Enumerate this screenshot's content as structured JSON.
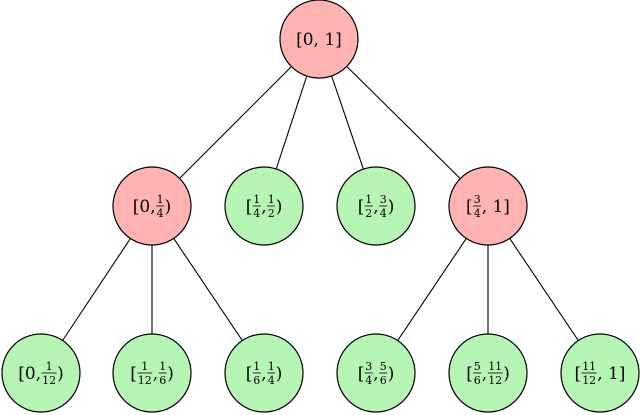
{
  "colors": {
    "expanded_fill": "#FFB3B3",
    "leaf_fill": "#B7F5B5",
    "stroke": "#000000",
    "background": "#FFFFFF"
  },
  "nodes": [
    {
      "id": "n0",
      "kind": "expanded",
      "label": [
        {
          "t": "s",
          "v": "[0, 1]"
        }
      ]
    },
    {
      "id": "n1",
      "kind": "expanded",
      "parent": "n0",
      "label": [
        {
          "t": "s",
          "v": "[0, "
        },
        {
          "t": "f",
          "n": "1",
          "d": "4"
        },
        {
          "t": "s",
          "v": ")"
        }
      ]
    },
    {
      "id": "n2",
      "kind": "leaf",
      "parent": "n0",
      "label": [
        {
          "t": "s",
          "v": "["
        },
        {
          "t": "f",
          "n": "1",
          "d": "4"
        },
        {
          "t": "s",
          "v": ", "
        },
        {
          "t": "f",
          "n": "1",
          "d": "2"
        },
        {
          "t": "s",
          "v": ")"
        }
      ]
    },
    {
      "id": "n3",
      "kind": "leaf",
      "parent": "n0",
      "label": [
        {
          "t": "s",
          "v": "["
        },
        {
          "t": "f",
          "n": "1",
          "d": "2"
        },
        {
          "t": "s",
          "v": ", "
        },
        {
          "t": "f",
          "n": "3",
          "d": "4"
        },
        {
          "t": "s",
          "v": ")"
        }
      ]
    },
    {
      "id": "n4",
      "kind": "expanded",
      "parent": "n0",
      "label": [
        {
          "t": "s",
          "v": "["
        },
        {
          "t": "f",
          "n": "3",
          "d": "4"
        },
        {
          "t": "s",
          "v": ", 1]"
        }
      ]
    },
    {
      "id": "n5",
      "kind": "leaf",
      "parent": "n1",
      "label": [
        {
          "t": "s",
          "v": "[0, "
        },
        {
          "t": "f",
          "n": "1",
          "d": "12"
        },
        {
          "t": "s",
          "v": ")"
        }
      ]
    },
    {
      "id": "n6",
      "kind": "leaf",
      "parent": "n1",
      "label": [
        {
          "t": "s",
          "v": "["
        },
        {
          "t": "f",
          "n": "1",
          "d": "12"
        },
        {
          "t": "s",
          "v": ", "
        },
        {
          "t": "f",
          "n": "1",
          "d": "6"
        },
        {
          "t": "s",
          "v": ")"
        }
      ]
    },
    {
      "id": "n7",
      "kind": "leaf",
      "parent": "n1",
      "label": [
        {
          "t": "s",
          "v": "["
        },
        {
          "t": "f",
          "n": "1",
          "d": "6"
        },
        {
          "t": "s",
          "v": ", "
        },
        {
          "t": "f",
          "n": "1",
          "d": "4"
        },
        {
          "t": "s",
          "v": ")"
        }
      ]
    },
    {
      "id": "n8",
      "kind": "leaf",
      "parent": "n4",
      "label": [
        {
          "t": "s",
          "v": "["
        },
        {
          "t": "f",
          "n": "3",
          "d": "4"
        },
        {
          "t": "s",
          "v": ", "
        },
        {
          "t": "f",
          "n": "5",
          "d": "6"
        },
        {
          "t": "s",
          "v": ")"
        }
      ]
    },
    {
      "id": "n9",
      "kind": "leaf",
      "parent": "n4",
      "label": [
        {
          "t": "s",
          "v": "["
        },
        {
          "t": "f",
          "n": "5",
          "d": "6"
        },
        {
          "t": "s",
          "v": ", "
        },
        {
          "t": "f",
          "n": "11",
          "d": "12"
        },
        {
          "t": "s",
          "v": ")"
        }
      ]
    },
    {
      "id": "n10",
      "kind": "leaf",
      "parent": "n4",
      "label": [
        {
          "t": "s",
          "v": "["
        },
        {
          "t": "f",
          "n": "11",
          "d": "12"
        },
        {
          "t": "s",
          "v": ", 1]"
        }
      ]
    }
  ]
}
